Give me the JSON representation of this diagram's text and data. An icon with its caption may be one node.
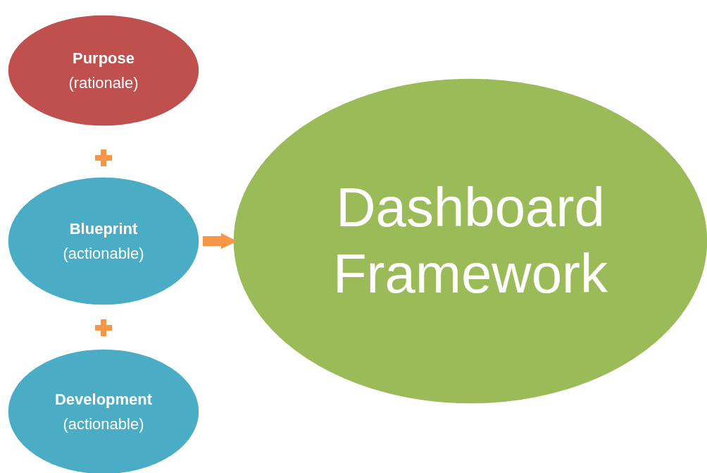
{
  "diagram": {
    "nodes": [
      {
        "text": [
          "Purpose",
          "(rationale)"
        ]
      },
      {
        "text": [
          "Blueprint",
          "(actionable)"
        ]
      },
      {
        "text": [
          "Development",
          "(actionable)"
        ]
      },
      {
        "text": [
          "Dashboard Framework"
        ]
      }
    ],
    "edges": [
      {
        "from": 1,
        "to": 3,
        "arrow": "to"
      }
    ]
  }
}
